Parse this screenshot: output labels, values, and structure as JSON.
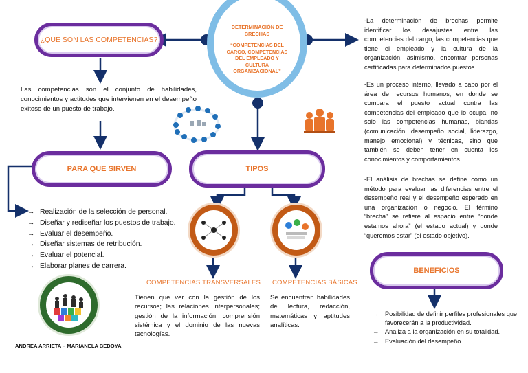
{
  "center": {
    "title": "DETERMINACIÓN DE BRECHAS",
    "subtitle": "“COMPETENCIAS DEL CARGO, COMPETENCIAS DEL EMPLEADO Y CULTURA ORGANIZACIONAL”"
  },
  "que_son": {
    "title": "¿QUE SON LAS COMPETENCIAS?",
    "text": "Las competencias son el conjunto de habilidades, conocimientos y actitudes que intervienen en el desempeño exitoso de un puesto de trabajo."
  },
  "para_que": {
    "title": "PARA QUE SIRVEN",
    "items": [
      "Realización de la selección de personal.",
      "Diseñar y rediseñar los puestos de trabajo.",
      "Evaluar el desempeño.",
      "Diseñar sistemas de retribución.",
      "Evaluar el potencial.",
      "Elaborar planes de carrera."
    ]
  },
  "tipos": {
    "title": "TIPOS",
    "transversales": {
      "title": "COMPETENCIAS TRANSVERSALES",
      "text": "Tienen que ver con la gestión de los recursos; las relaciones interpersonales; gestión de la información; comprensión sistémica y el dominio de las nuevas tecnologías."
    },
    "basicas": {
      "title": "COMPETENCIAS BÁSICAS",
      "text": "Se encuentran habilidades de lectura, redacción, matemáticas y aptitudes analíticas."
    }
  },
  "right": {
    "p1": "-La determinación de brechas permite identificar los desajustes entre las competencias del cargo, las competencias que tiene el empleado y la cultura de la organización, asimismo, encontrar personas certificadas para determinados puestos.",
    "p2": "-Es un proceso interno, llevado a cabo por el área de recursos humanos, en donde se compara el puesto actual contra las competencias del empleado que lo ocupa, no solo las competencias humanas, blandas (comunicación, desempeño social, liderazgo, manejo emocional) y técnicas, sino que también se deben tener en cuenta los conocimientos y comportamientos.",
    "p3": "-El análisis de brechas se define como un método para evaluar las diferencias entre el desempeño real y el desempeño esperado en una organización o negocio. El término “brecha” se refiere al espacio entre “donde estamos ahora” (el estado actual) y donde “queremos estar” (el estado objetivo)."
  },
  "beneficios": {
    "title": "BENEFICIOS",
    "items": [
      "Posibilidad de definir perfiles profesionales que favorecerán a la productividad.",
      "Analiza a la organización en su totalidad.",
      "Evaluación del desempeño."
    ]
  },
  "authors": "ANDREA ARRIETA – MARIANELA BEDOYA",
  "arrow_glyph": "→",
  "colors": {
    "purple": "#6b2d9e",
    "orange": "#e8742b",
    "navy": "#14306a",
    "blue_ring": "#7fbde6",
    "green_ring": "#2e6b2c",
    "orange_ring": "#c25a16"
  }
}
